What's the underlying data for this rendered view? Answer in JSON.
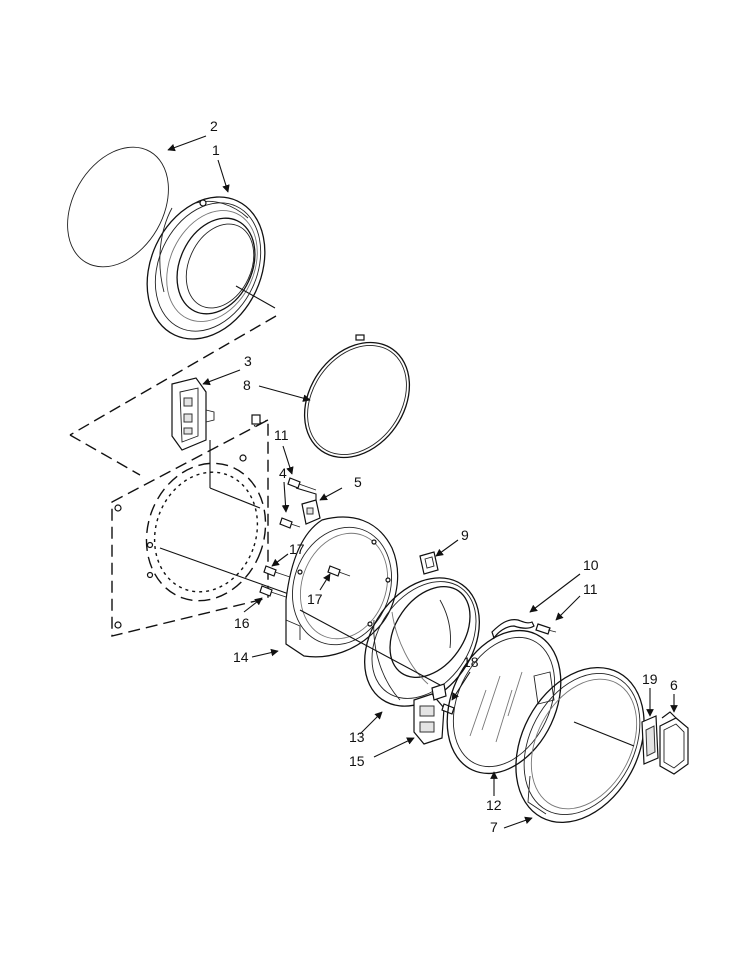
{
  "callouts": {
    "c1": "1",
    "c2": "2",
    "c3": "3",
    "c4": "4",
    "c5": "5",
    "c6": "6",
    "c7": "7",
    "c8": "8",
    "c9": "9",
    "c10": "10",
    "c11a": "11",
    "c11b": "11",
    "c12": "12",
    "c13": "13",
    "c14": "14",
    "c15": "15",
    "c16": "16",
    "c17a": "17",
    "c17b": "17",
    "c18": "18",
    "c19": "19"
  }
}
